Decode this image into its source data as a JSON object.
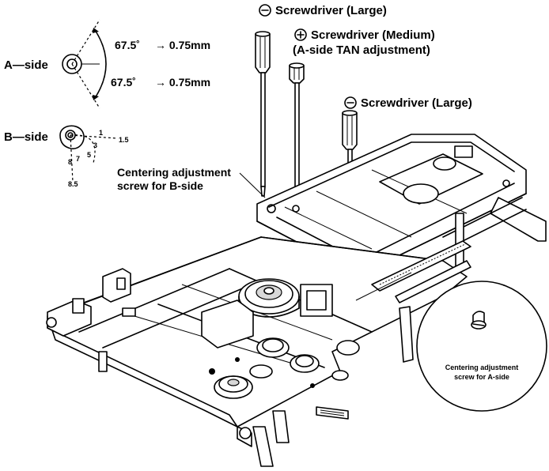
{
  "a_side": {
    "label": "A—side",
    "angle_upper": "67.5˚",
    "shift_upper": "→ 0.75mm",
    "angle_lower": "67.5˚",
    "shift_lower": "→ 0.75mm"
  },
  "b_side": {
    "label": "B—side",
    "scale_marks": [
      "1",
      "1.5",
      "3",
      "5",
      "7",
      "8",
      "8.5"
    ]
  },
  "callouts": {
    "screwdriver_large_top": "Screwdriver (Large)",
    "screwdriver_medium": "Screwdriver (Medium)",
    "screwdriver_medium_note": "(A-side TAN adjustment)",
    "screwdriver_large_right": "Screwdriver (Large)",
    "b_centering_line1": "Centering adjustment",
    "b_centering_line2": "screw for B-side",
    "a_centering_line1": "Centering adjustment",
    "a_centering_line2": "screw for A-side"
  },
  "icons": {
    "minus_screw": "minus-slot-screw-icon",
    "plus_screw": "plus-cross-screw-icon"
  }
}
